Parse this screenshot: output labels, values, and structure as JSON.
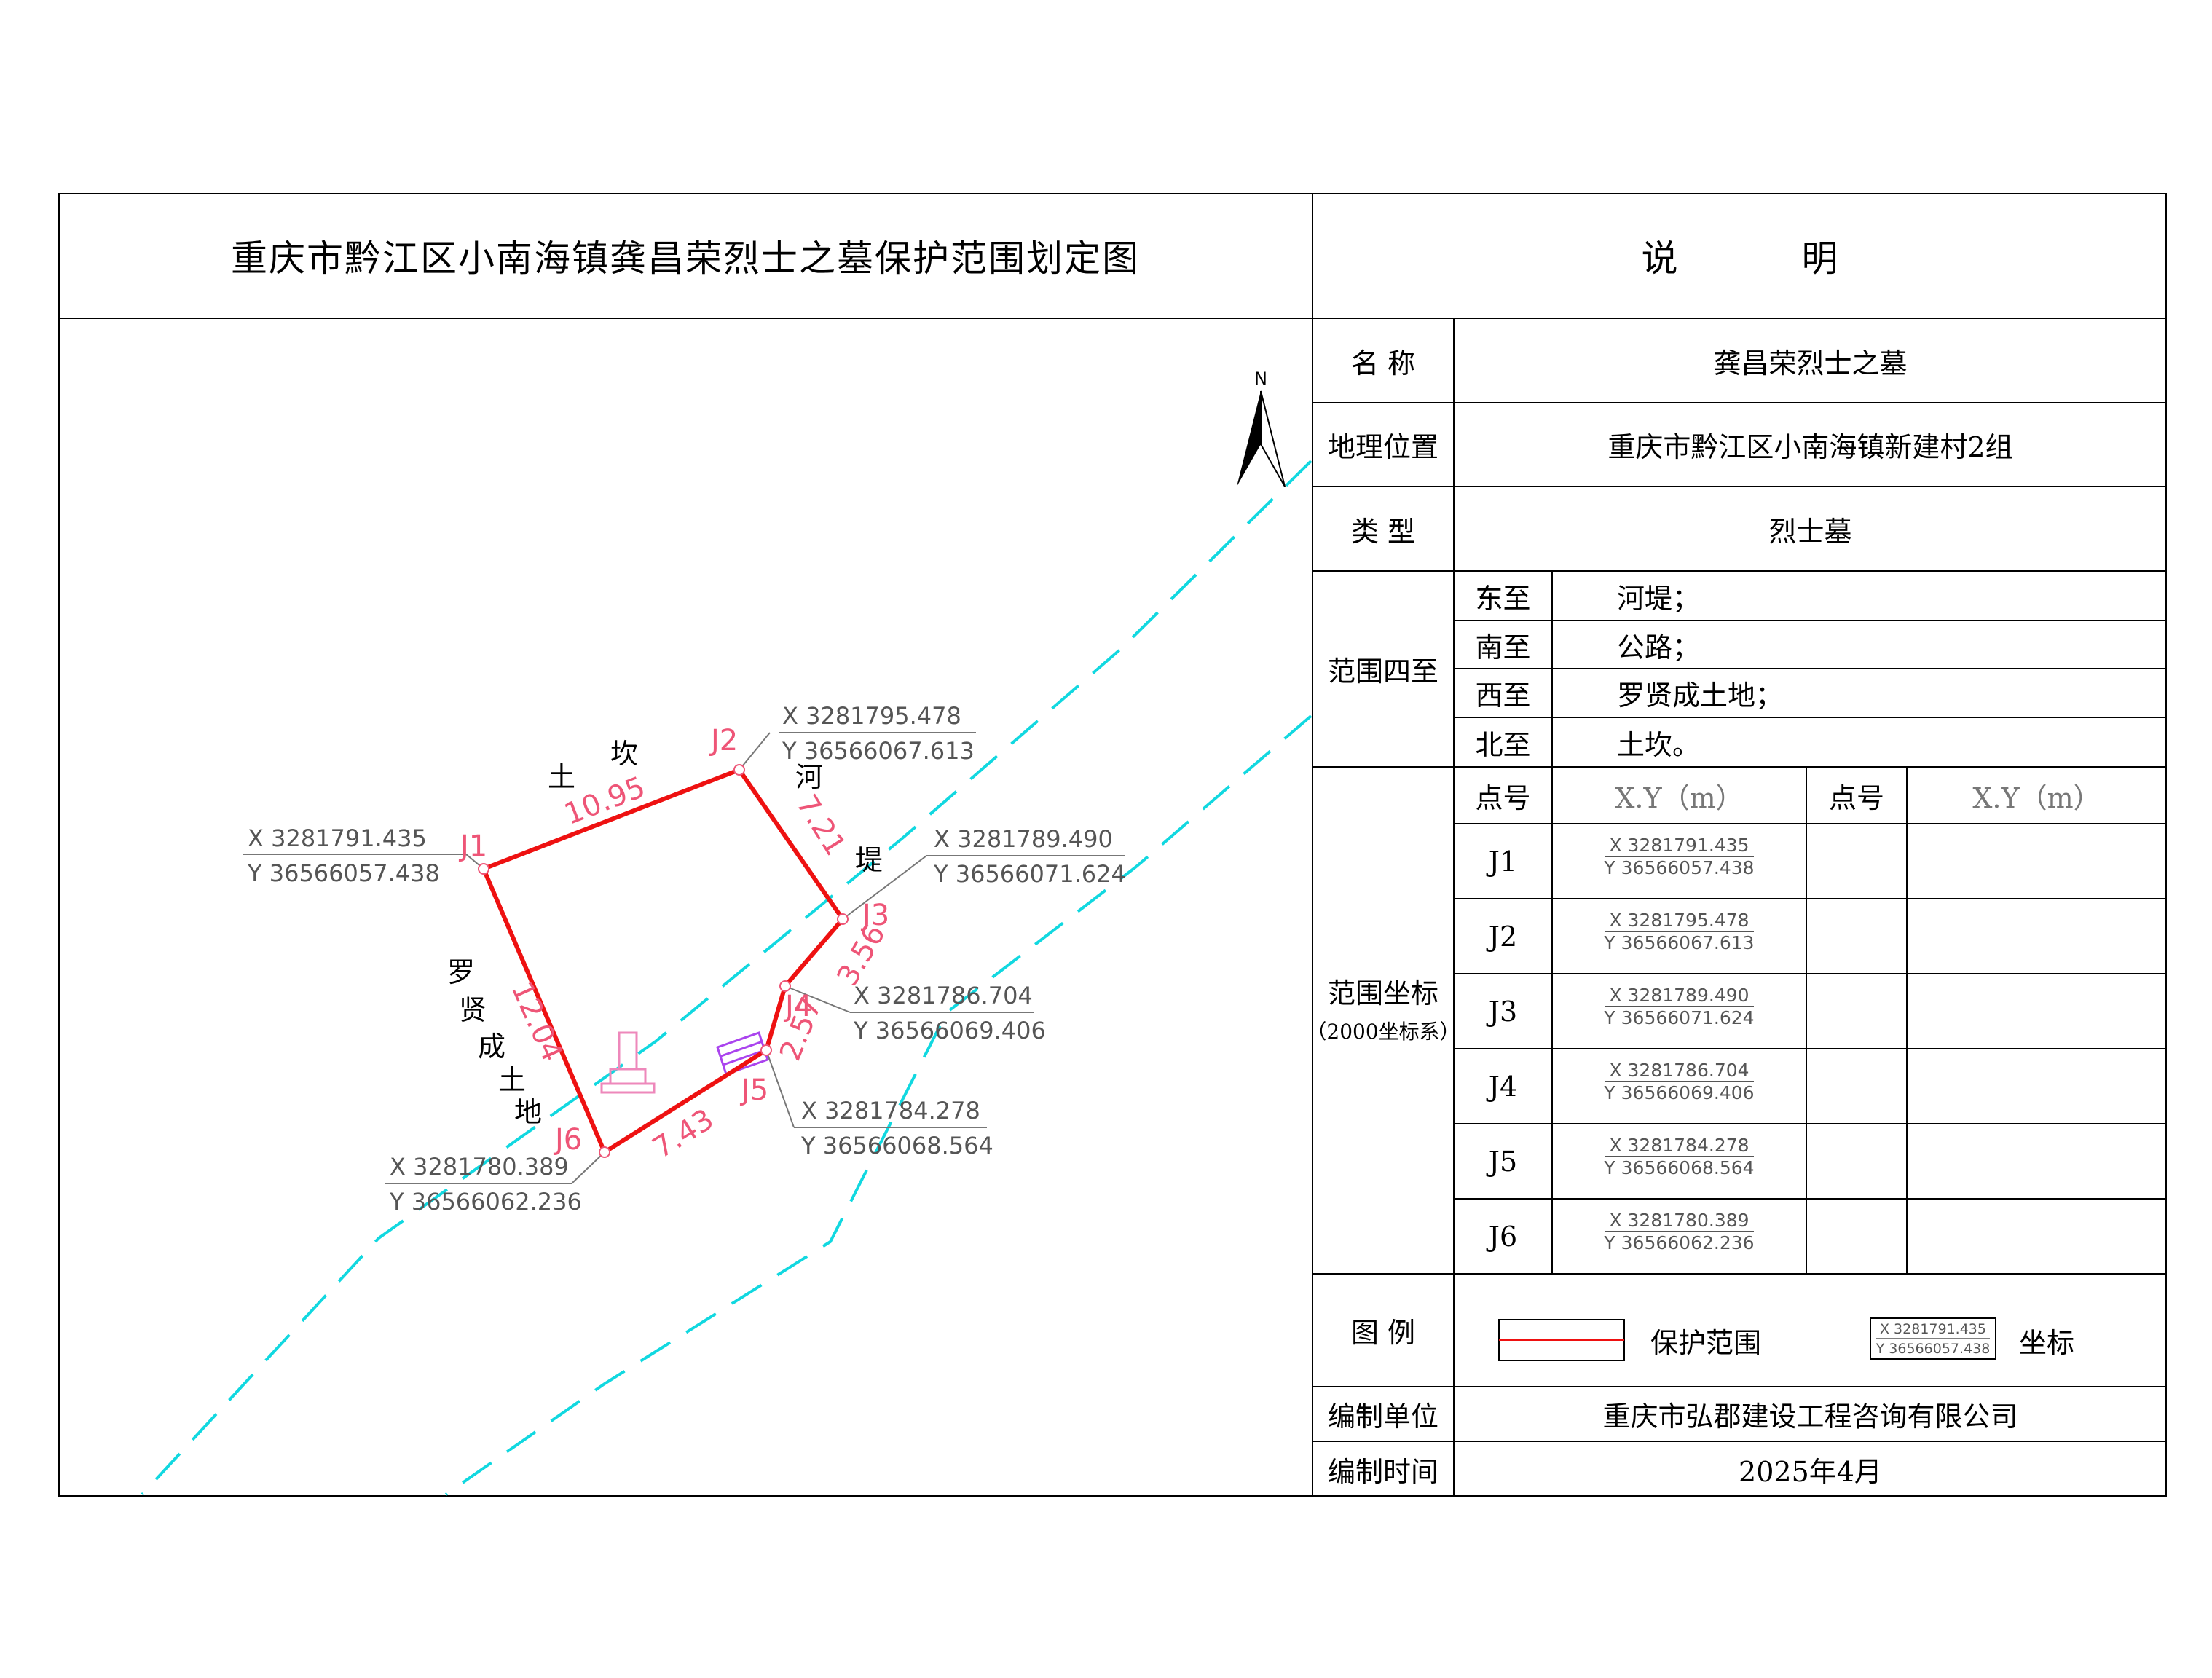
{
  "map_title": "重庆市黔江区小南海镇龚昌荣烈士之墓保护范围划定图",
  "info_title": "说　明",
  "north_label": "N",
  "map": {
    "points": [
      {
        "id": "J1",
        "x_label": "X 3281791.435",
        "y_label": "Y 36566057.438"
      },
      {
        "id": "J2",
        "x_label": "X 3281795.478",
        "y_label": "Y 36566067.613"
      },
      {
        "id": "J3",
        "x_label": "X 3281789.490",
        "y_label": "Y 36566071.624"
      },
      {
        "id": "J4",
        "x_label": "X 3281786.704",
        "y_label": "Y 36566069.406"
      },
      {
        "id": "J5",
        "x_label": "X 3281784.278",
        "y_label": "Y 36566068.564"
      },
      {
        "id": "J6",
        "x_label": "X 3281780.389",
        "y_label": "Y 36566062.236"
      }
    ],
    "edges": [
      "10.95",
      "7.21",
      "3.56",
      "2.57",
      "7.43",
      "12.04"
    ],
    "features": {
      "north_1": "土",
      "north_2": "坎",
      "east_1": "河",
      "east_2": "堤",
      "west": [
        "罗",
        "贤",
        "成",
        "土",
        "地"
      ]
    },
    "colors": {
      "boundary": "#ee1111",
      "road": "#11d8e0",
      "label": "#ee5577",
      "tomb": "#ee88bb",
      "stairs": "#aa44ee"
    }
  },
  "table": {
    "name_label": "名 称",
    "name_value": "龚昌荣烈士之墓",
    "location_label": "地理位置",
    "location_value": "重庆市黔江区小南海镇新建村2组",
    "type_label": "类 型",
    "type_value": "烈士墓",
    "bounds_label": "范围四至",
    "bounds": [
      {
        "dir": "东至",
        "value": "河堤；"
      },
      {
        "dir": "南至",
        "value": "公路；"
      },
      {
        "dir": "西至",
        "value": "罗贤成土地；"
      },
      {
        "dir": "北至",
        "value": "土坎。"
      }
    ],
    "coords_label": "范围坐标",
    "coords_sub": "（2000坐标系）",
    "coords_header": [
      "点号",
      "X.Y（m）",
      "点号",
      "X.Y（m）"
    ],
    "coords_rows": [
      {
        "id": "J1",
        "x": "X 3281791.435",
        "y": "Y 36566057.438"
      },
      {
        "id": "J2",
        "x": "X 3281795.478",
        "y": "Y 36566067.613"
      },
      {
        "id": "J3",
        "x": "X 3281789.490",
        "y": "Y 36566071.624"
      },
      {
        "id": "J4",
        "x": "X 3281786.704",
        "y": "Y 36566069.406"
      },
      {
        "id": "J5",
        "x": "X 3281784.278",
        "y": "Y 36566068.564"
      },
      {
        "id": "J6",
        "x": "X 3281780.389",
        "y": "Y 36566062.236"
      }
    ],
    "legend_label": "图 例",
    "legend_range": "保护范围",
    "legend_sample_x": "X 3281791.435",
    "legend_sample_y": "Y 36566057.438",
    "legend_coord": "坐标",
    "unit_label": "编制单位",
    "unit_value": "重庆市弘郡建设工程咨询有限公司",
    "time_label": "编制时间",
    "time_value": "2025年4月"
  }
}
